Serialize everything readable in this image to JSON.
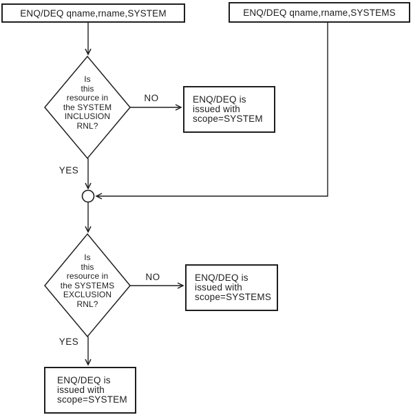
{
  "colors": {
    "ink": "#1d1d1d",
    "background": "#ffffff"
  },
  "nodes": {
    "start_left": {
      "label": "ENQ/DEQ qname,rname,SYSTEM"
    },
    "start_right": {
      "label": "ENQ/DEQ qname,rname,SYSTEMS"
    },
    "decision1": {
      "lines": [
        "Is",
        "this",
        "resource in",
        "the SYSTEM",
        "INCLUSION",
        "RNL?"
      ]
    },
    "result1": {
      "lines": [
        "ENQ/DEQ is",
        "issued with",
        "scope=SYSTEM"
      ]
    },
    "decision2": {
      "lines": [
        "Is",
        "this",
        "resource in",
        "the SYSTEMS",
        "EXCLUSION",
        "RNL?"
      ]
    },
    "result2": {
      "lines": [
        "ENQ/DEQ is",
        "issued with",
        "scope=SYSTEMS"
      ]
    },
    "result_final": {
      "lines": [
        "ENQ/DEQ is",
        "issued with",
        "scope=SYSTEM"
      ]
    }
  },
  "edges": {
    "decision1_no": "NO",
    "decision1_yes": "YES",
    "decision2_no": "NO",
    "decision2_yes": "YES"
  }
}
